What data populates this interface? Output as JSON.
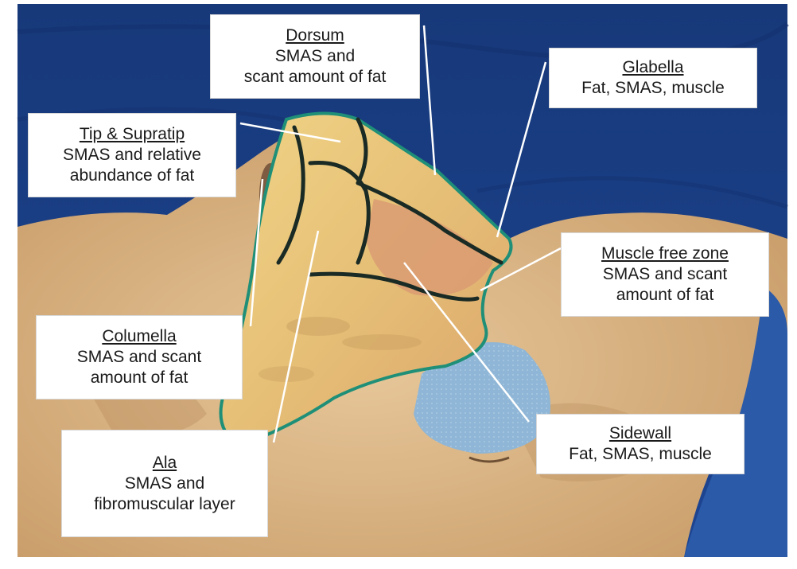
{
  "labels": {
    "dorsum": {
      "title": "Dorsum",
      "lines": [
        "SMAS and",
        "scant amount of fat"
      ]
    },
    "glabella": {
      "title": "Glabella",
      "lines": [
        "Fat, SMAS, muscle"
      ]
    },
    "tip": {
      "title": "Tip & Supratip",
      "lines": [
        "SMAS and relative",
        "abundance of fat"
      ]
    },
    "muscle_free": {
      "title": "Muscle free zone",
      "lines": [
        "SMAS and scant",
        "amount of fat"
      ]
    },
    "columella": {
      "title": "Columella",
      "lines": [
        "SMAS and scant",
        "amount of fat"
      ]
    },
    "ala": {
      "title": "Ala",
      "lines": [
        "SMAS and",
        "fibromuscular layer"
      ]
    },
    "sidewall": {
      "title": "Sidewall",
      "lines": [
        "Fat, SMAS, muscle"
      ]
    }
  },
  "colors": {
    "drape": "#1b3f86",
    "skin": "#d9b484",
    "flap": "#e9c977",
    "flap_inner": "#d9a066",
    "marker": "#1a2a24",
    "marker_edge": "#1f8f78",
    "gauze": "#8fb6d6",
    "leader_line": "#ffffff"
  }
}
